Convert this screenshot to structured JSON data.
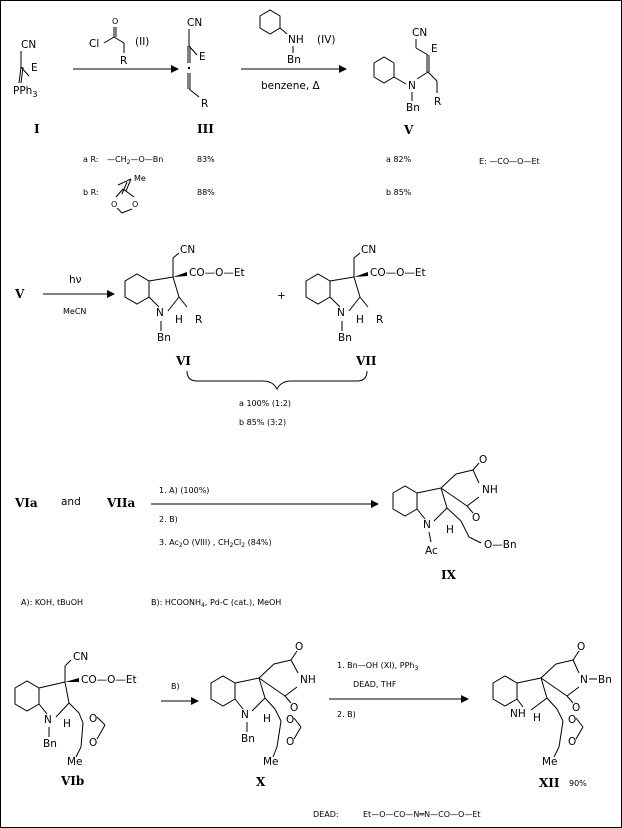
{
  "row1": {
    "cn": "CN",
    "e": "E",
    "pph3": "PPh",
    "pph3_sub": "3",
    "label_I": "I",
    "cl": "Cl",
    "o": "O",
    "r": "R",
    "reagent_II": "(II)",
    "label_III": "III",
    "nh": "NH",
    "bn": "Bn",
    "reagent_IV": "(IV)",
    "cond_benzene": "benzene, Δ",
    "n": "N",
    "label_V": "V",
    "a_R_prefix": "a R:",
    "a_R_group": "—CH",
    "a_R_sub": "2",
    "a_R_tail": "—O—Bn",
    "a_yield_III": "83%",
    "b_R_prefix": "b R:",
    "me": "Me",
    "b_yield_III": "88%",
    "a_yield_V": "a 82%",
    "b_yield_V": "b 85%",
    "E_def": "E: —CO—O—Et"
  },
  "row2": {
    "label_V": "V",
    "hv": "hν",
    "mecn": "MeCN",
    "ester": "CO—O—Et",
    "h": "H",
    "plus": "+",
    "label_VI": "VI",
    "label_VII": "VII",
    "ratio_a": "a 100% (1:2)",
    "ratio_b": "b  85% (3:2)"
  },
  "row3": {
    "VIa": "VIa",
    "and": "and",
    "VIIa": "VIIa",
    "step1": "1. A)    (100%)",
    "step2": "2. B)",
    "step3_a": "3.  Ac",
    "step3_sub": "2",
    "step3_b": "O   (VIII) , CH",
    "step3_sub2": "2",
    "step3_c": "Cl",
    "step3_sub3": "2",
    "step3_d": "   (84%)",
    "ac": "Ac",
    "obn": "O—Bn",
    "label_IX": "IX",
    "def_A": "A):  KOH,  tBuOH",
    "def_B_a": "B):  HCOONH",
    "def_B_sub": "4",
    "def_B_b": ",  Pd-C (cat.),  MeOH"
  },
  "row4": {
    "B": "B)",
    "label_VIb": "VIb",
    "label_X": "X",
    "step1": "1.  Bn—OH   (XI),  PPh",
    "step1_sub": "3",
    "dead_thf": "DEAD,    THF",
    "step2": "2.  B)",
    "label_XII": "XII",
    "yield_XII": "90%",
    "dead_label": "DEAD:",
    "dead_def": "Et—O—CO—N═N—CO—O—Et"
  }
}
